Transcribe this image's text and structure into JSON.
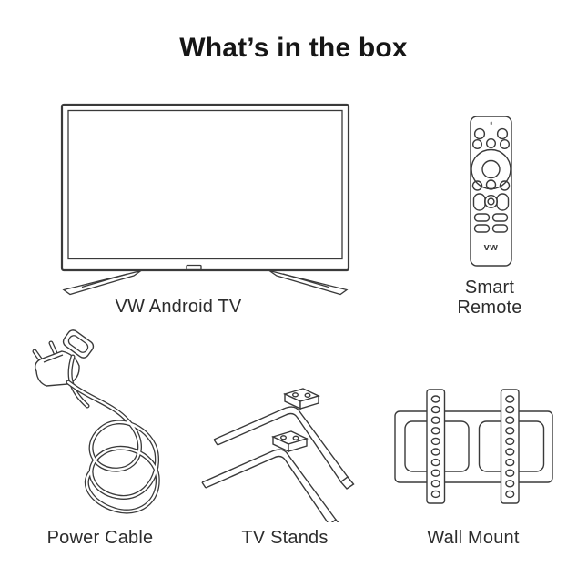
{
  "title": "What’s in the box",
  "items": {
    "tv": {
      "label": "VW Android TV"
    },
    "remote": {
      "label": "Smart Remote",
      "logo": "vw"
    },
    "power_cable": {
      "label": "Power Cable"
    },
    "tv_stands": {
      "label": "TV Stands"
    },
    "wall_mount": {
      "label": "Wall Mount"
    }
  },
  "colors": {
    "line": "#3a3a3a",
    "text": "#2d2d2d",
    "title": "#161616",
    "background": "#ffffff"
  }
}
